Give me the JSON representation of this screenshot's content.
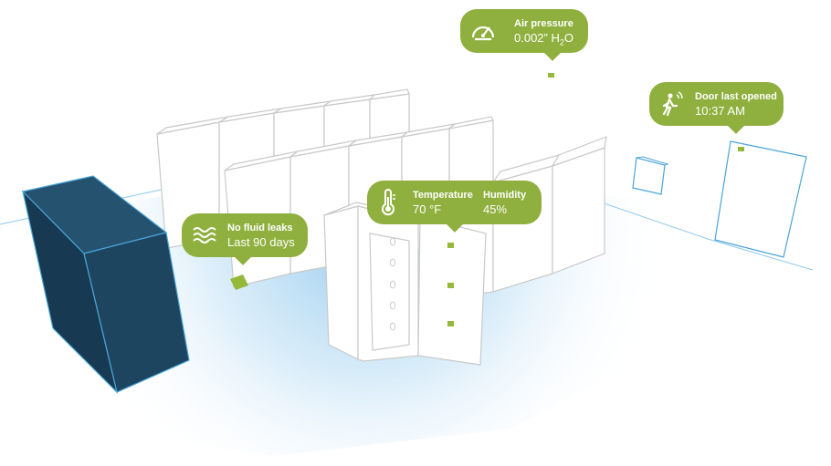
{
  "callouts": {
    "air_pressure": {
      "title": "Air pressure",
      "value_num": "0.002” H",
      "value_sub": "2",
      "value_tail": "O",
      "icon": "gauge-icon"
    },
    "door": {
      "title": "Door last opened",
      "value": "10:37 AM",
      "icon": "person-motion-icon"
    },
    "temperature": {
      "title": "Temperature",
      "value": "70 °F",
      "icon": "thermometer-icon"
    },
    "humidity": {
      "title": "Humidity",
      "value": "45%"
    },
    "leaks": {
      "title": "No fluid leaks",
      "value": "Last 90 days",
      "icon": "water-waves-icon"
    }
  },
  "colors": {
    "accent_green": "#8fb03e",
    "sensor_green": "#93b83a",
    "cabinet_dark": "#1d4560",
    "outline_blue": "#4aa5d8",
    "rack_outline": "#c9c9c9"
  }
}
